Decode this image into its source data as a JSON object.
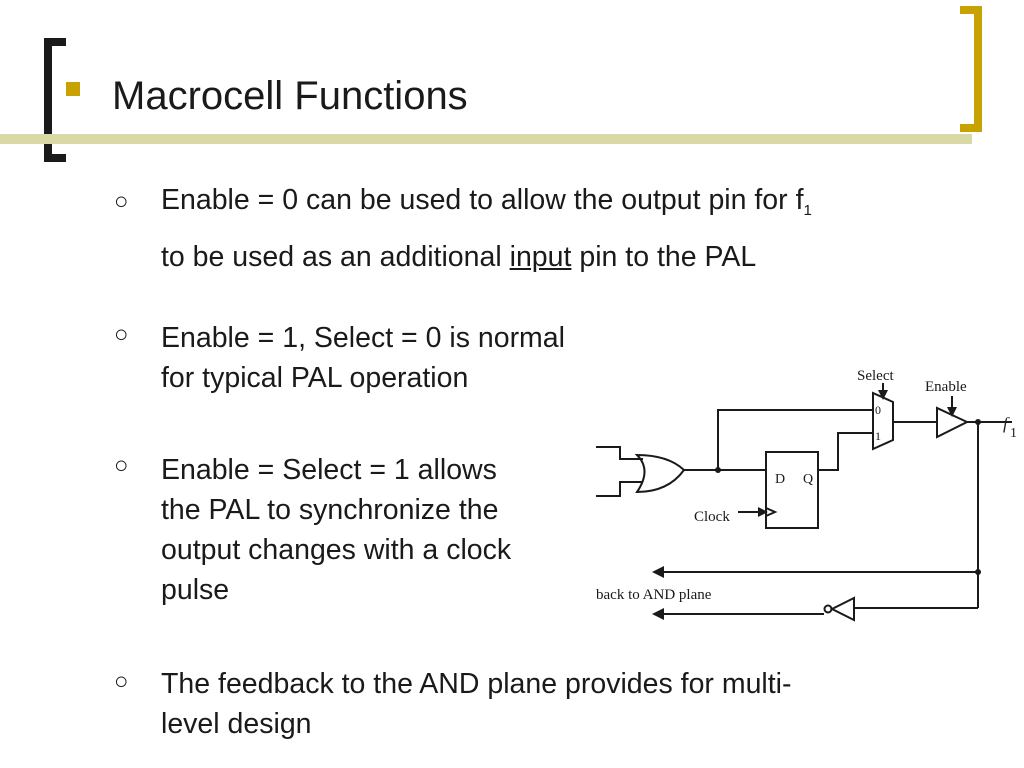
{
  "title": "Macrocell Functions",
  "bullets": [
    {
      "pre": "Enable = 0 can be used to allow the output pin for f",
      "sub": "1",
      "line2_pre": "to be used as an additional ",
      "line2_u": "input",
      "line2_post": " pin to the PAL"
    },
    {
      "line1": "Enable = 1, Select = 0 is normal",
      "line2": "for typical PAL operation"
    },
    {
      "line1": "Enable = Select = 1 allows",
      "line2": "the PAL to synchronize the",
      "line3": "output changes with a clock",
      "line4": "pulse"
    },
    {
      "line1": "The feedback to the AND plane provides for multi-",
      "line2": "level design"
    }
  ],
  "diagram": {
    "select_label": "Select",
    "enable_label": "Enable",
    "mux_in0": "0",
    "mux_in1": "1",
    "ff_d": "D",
    "ff_q": "Q",
    "clock_label": "Clock",
    "output_label": "f",
    "output_sub": "1",
    "feedback_label": "back to AND plane"
  },
  "colors": {
    "accent": "#c8a200",
    "rule": "#d9d9a6",
    "text": "#1a1a1a"
  }
}
